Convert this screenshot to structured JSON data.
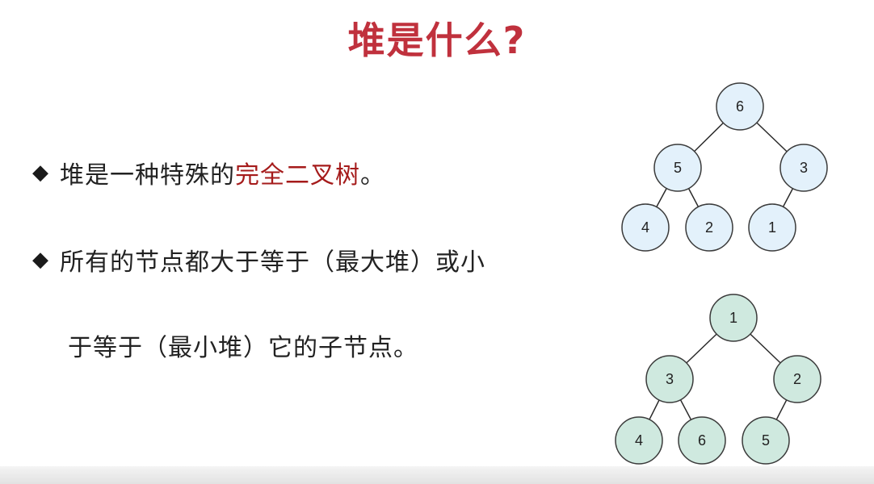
{
  "slide": {
    "title": "堆是什么?",
    "bullets": [
      {
        "prefix": "堆是一种特殊的",
        "highlight": "完全二叉树",
        "suffix": "。"
      },
      {
        "line1": "所有的节点都大于等于（最大堆）或小",
        "line2": "于等于（最小堆）它的子节点。"
      }
    ],
    "bullet_icon": "diamond-bullet-icon"
  },
  "colors": {
    "title": "#c0313d",
    "highlight": "#a51b1b",
    "max_heap_fill": "#e3f1fb",
    "min_heap_fill": "#cfe9df",
    "node_stroke": "#3a3a3a"
  },
  "max_heap": {
    "nodes": [
      "6",
      "5",
      "3",
      "4",
      "2",
      "1"
    ],
    "edges": [
      [
        0,
        1
      ],
      [
        0,
        2
      ],
      [
        1,
        3
      ],
      [
        1,
        4
      ],
      [
        2,
        5
      ]
    ]
  },
  "min_heap": {
    "nodes": [
      "1",
      "3",
      "2",
      "4",
      "6",
      "5"
    ],
    "edges": [
      [
        0,
        1
      ],
      [
        0,
        2
      ],
      [
        1,
        3
      ],
      [
        1,
        4
      ],
      [
        2,
        5
      ]
    ]
  }
}
